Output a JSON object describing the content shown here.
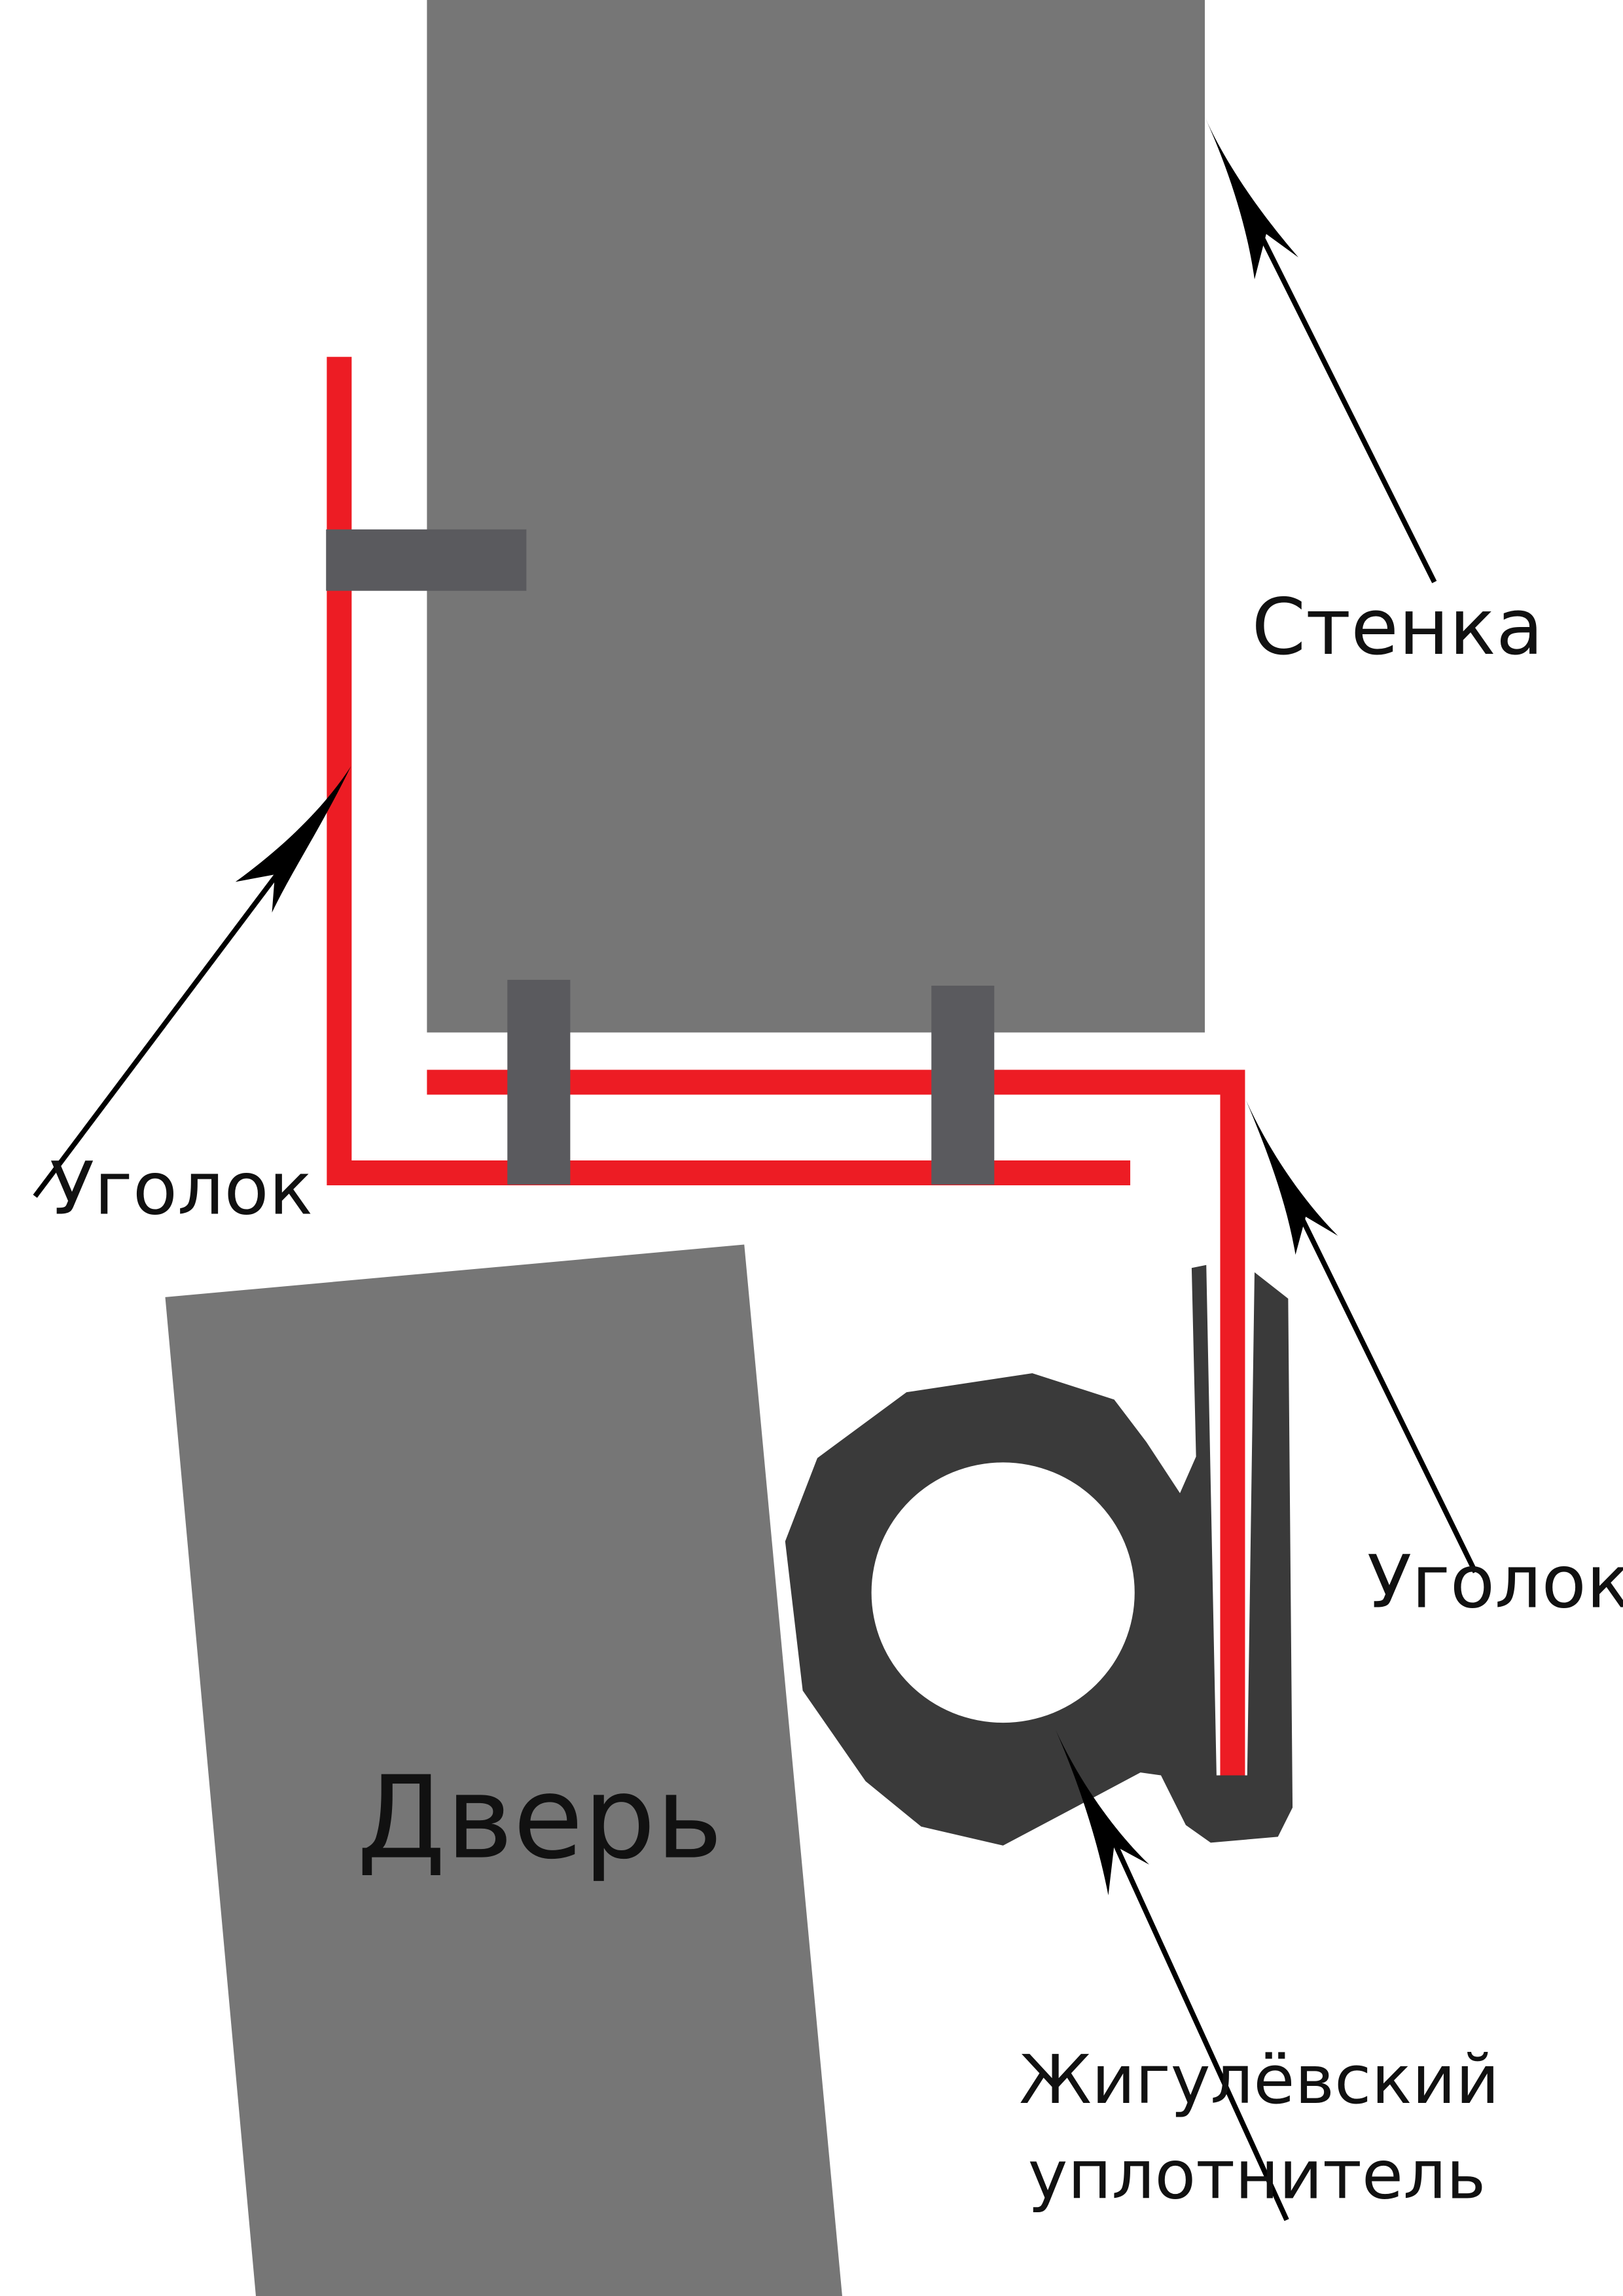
{
  "colors": {
    "background": "#ffffff",
    "wall": "#767676",
    "door": "#767676",
    "angle_profile": "#ed1c24",
    "fastener": "#5a5a5e",
    "seal": "#3a3a3a",
    "arrow": "#000000",
    "text": "#111111"
  },
  "labels": {
    "wall": "Стенка",
    "door": "Дверь",
    "angle_left": "Уголок",
    "angle_right": "Уголок",
    "seal_line1": "Жигулёвский",
    "seal_line2": "уплотнитель"
  }
}
